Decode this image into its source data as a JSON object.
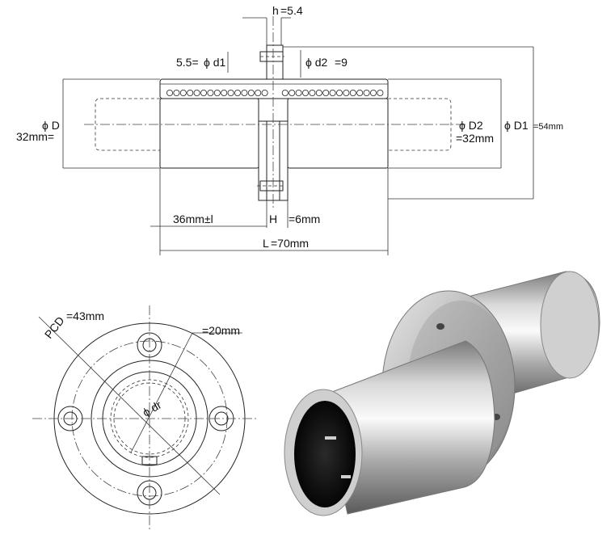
{
  "side_view": {
    "h_label": "h",
    "h_value": "=5.4",
    "d1_value": "5.5=",
    "d1_symbol": "ϕ d1",
    "d2_symbol": "ϕ d2",
    "d2_value": "=9",
    "D_symbol": "ϕ D",
    "D_value": "32mm=",
    "D2_symbol": "ϕ D2",
    "D2_value": "=32mm",
    "D1_symbol": "ϕ D1",
    "D1_value": "=54mm",
    "l_value": "36mm±l",
    "H_label": "H",
    "H_value": "=6mm",
    "L_label": "L",
    "L_value": "=70mm"
  },
  "front_view": {
    "pcd_label": "PCD",
    "pcd_value": "=43mm",
    "hole_value": "=20mm",
    "dr_symbol": "ϕ dr"
  },
  "colors": {
    "line": "#222222",
    "steel_light": "#f2f2f2",
    "steel_mid": "#b8b8b8",
    "steel_dark": "#6e6e6e",
    "bore": "#151515"
  }
}
